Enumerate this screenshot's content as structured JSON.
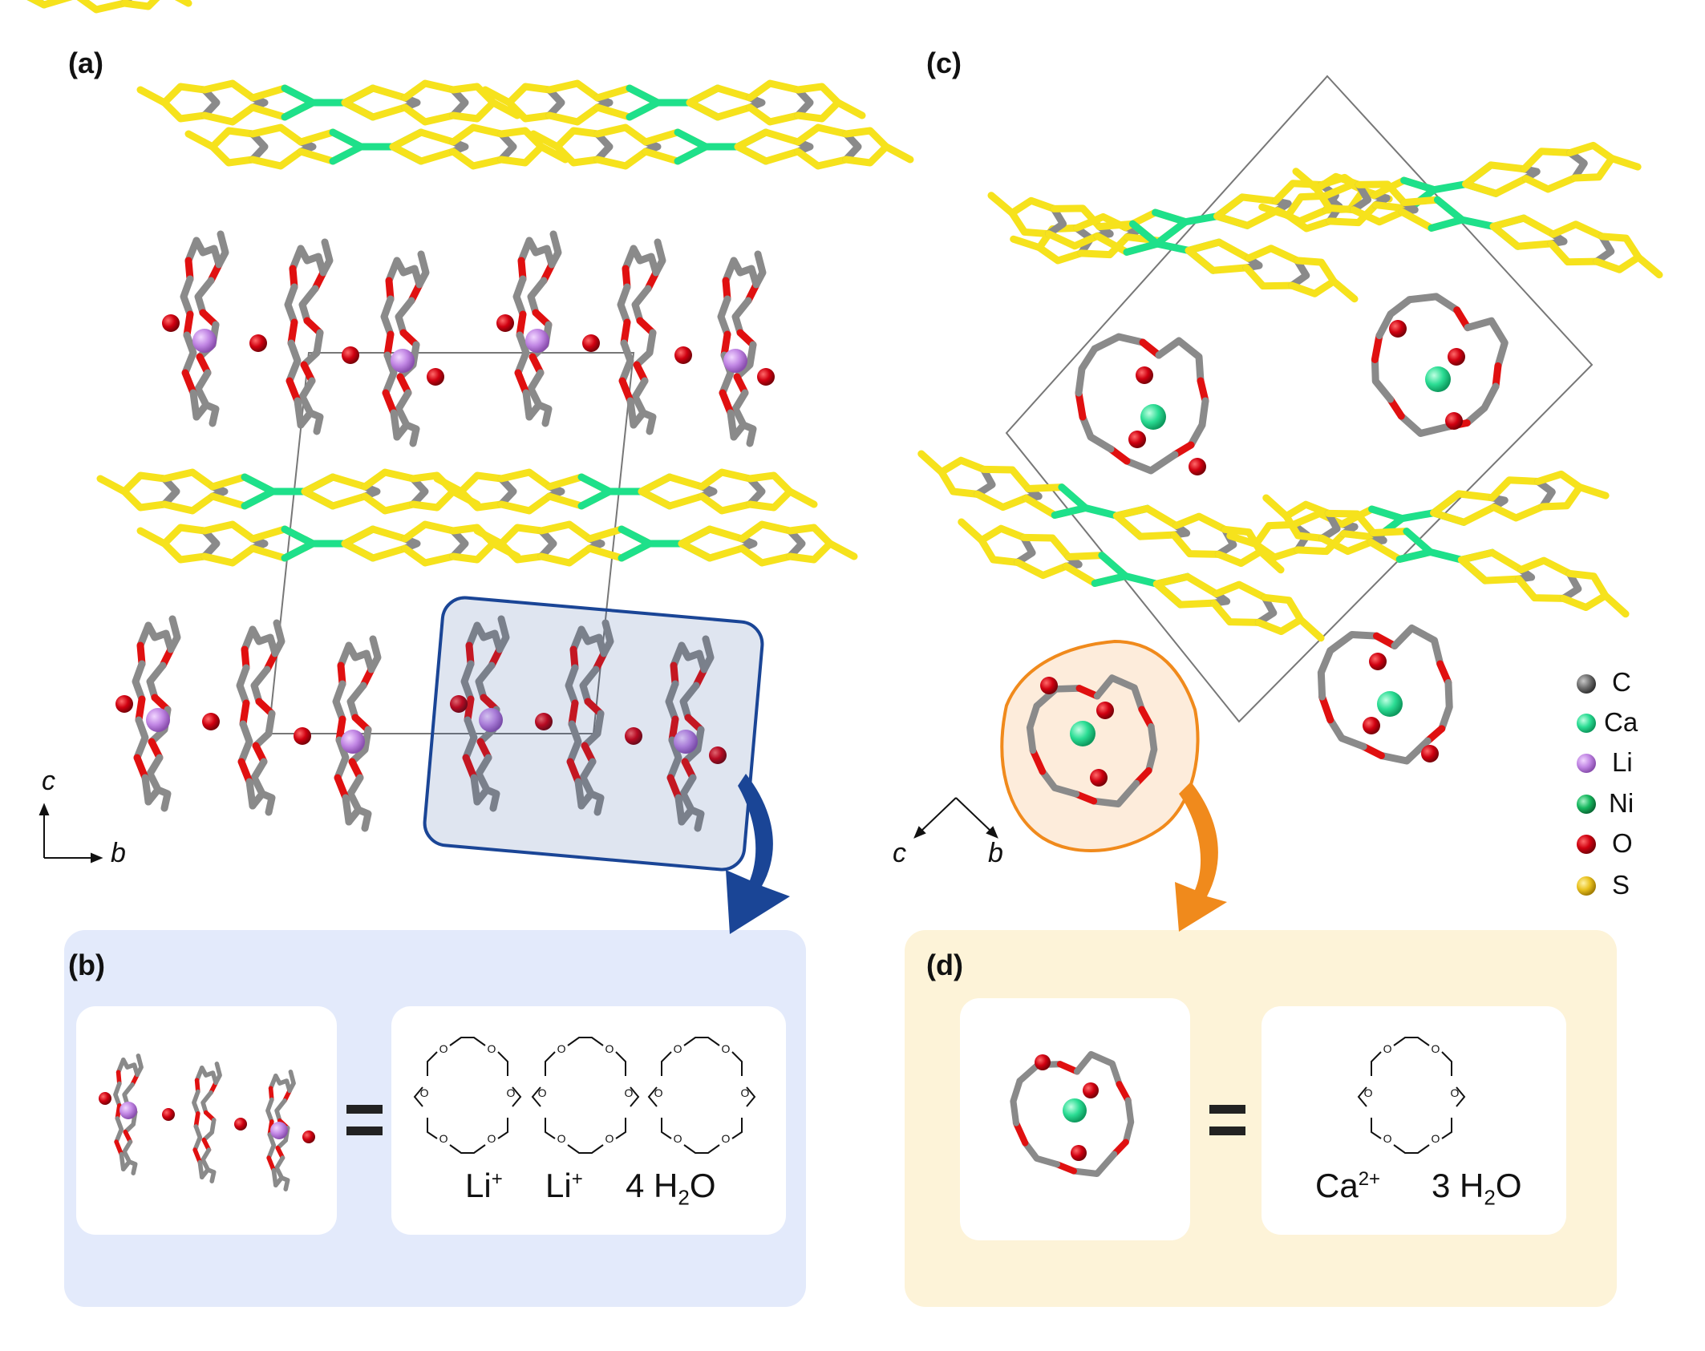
{
  "panels": {
    "a": {
      "label": "(a)"
    },
    "b": {
      "label": "(b)",
      "ion1": "Li",
      "ion1_charge": "+",
      "ion2": "Li",
      "ion2_charge": "+",
      "water_count": "4",
      "water_formula_h": "H",
      "water_sub": "2",
      "water_formula_o": "O",
      "equals": "="
    },
    "c": {
      "label": "(c)"
    },
    "d": {
      "label": "(d)",
      "ion": "Ca",
      "ion_charge": "2+",
      "water_count": "3",
      "water_formula_h": "H",
      "water_sub": "2",
      "water_formula_o": "O",
      "equals": "="
    }
  },
  "axes_a": {
    "vertical": "c",
    "horizontal": "b"
  },
  "axes_c": {
    "left": "c",
    "right": "b"
  },
  "legend": [
    {
      "symbol": "C",
      "color": "#6f6f6f"
    },
    {
      "symbol": "Ca",
      "color": "#22d68a"
    },
    {
      "symbol": "Li",
      "color": "#c78be0"
    },
    {
      "symbol": "Ni",
      "color": "#12b05a"
    },
    {
      "symbol": "O",
      "color": "#c8001a"
    },
    {
      "symbol": "S",
      "color": "#e8c21a"
    }
  ],
  "crown_atom_label": "O",
  "colors": {
    "panel_b_bg": "#e3eafb",
    "panel_d_bg": "#fdf3d8",
    "blue_highlight": "#1a4596",
    "orange_highlight": "#f08a1c",
    "carbon": "#8a8a8a",
    "oxygen": "#e01010",
    "sulfur": "#f6e21c",
    "nickel": "#1ee08a"
  }
}
